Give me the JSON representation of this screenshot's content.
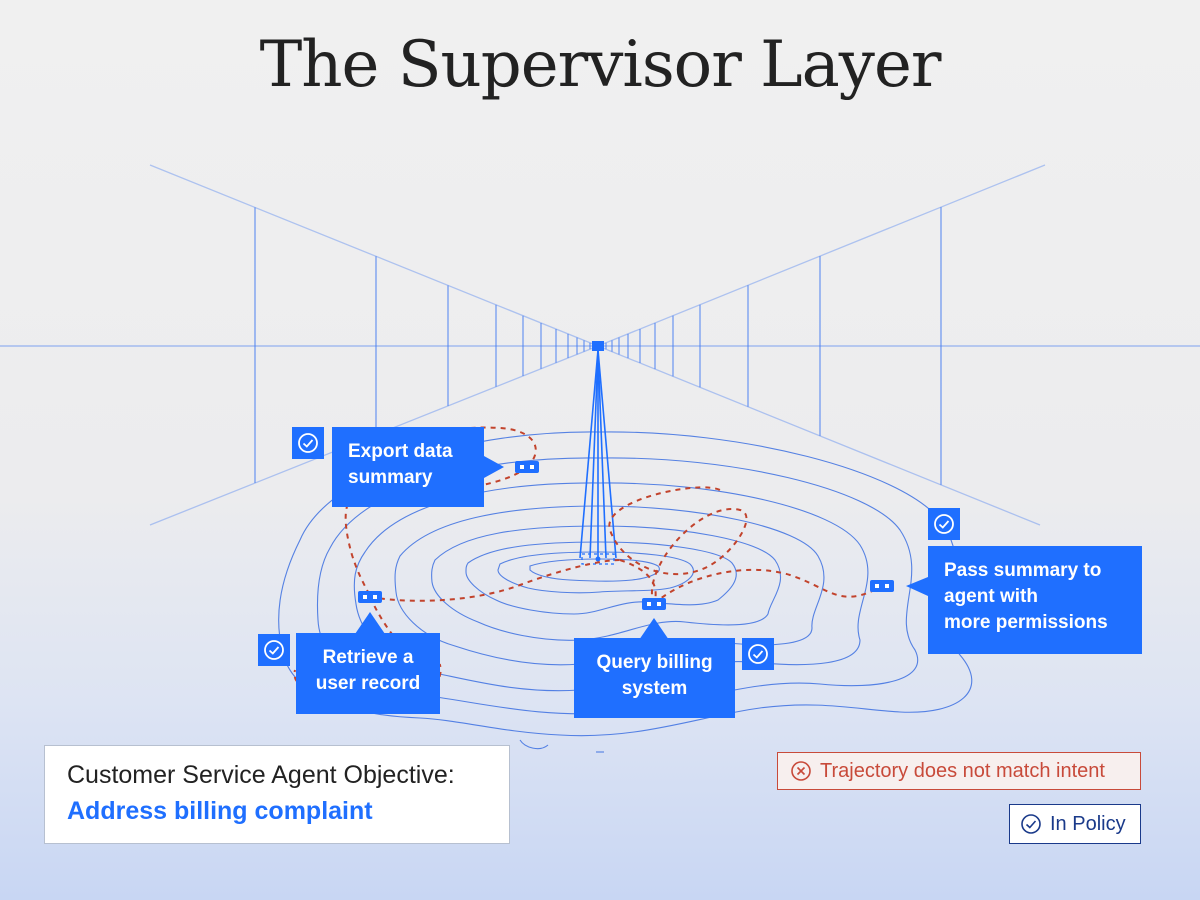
{
  "title": "The Supervisor Layer",
  "colors": {
    "accent": "#1f6fff",
    "trajectory": "#c2432c",
    "contour": "#3b6fe0",
    "in_policy": "#1a3a8a"
  },
  "steps": [
    {
      "label_line1": "Export data",
      "label_line2": "summary",
      "status": "check-icon"
    },
    {
      "label_line1": "Retrieve a",
      "label_line2": "user record",
      "status": "check-icon"
    },
    {
      "label_line1": "Query billing",
      "label_line2": "system",
      "status": "check-icon"
    },
    {
      "label_line1": "Pass summary to",
      "label_line2": "agent with",
      "label_line3": "more permissions",
      "status": "check-icon"
    }
  ],
  "objective": {
    "label": "Customer Service Agent Objective:",
    "value": "Address billing complaint"
  },
  "legend": {
    "fail_label": "Trajectory does not match intent",
    "ok_label": "In Policy"
  }
}
